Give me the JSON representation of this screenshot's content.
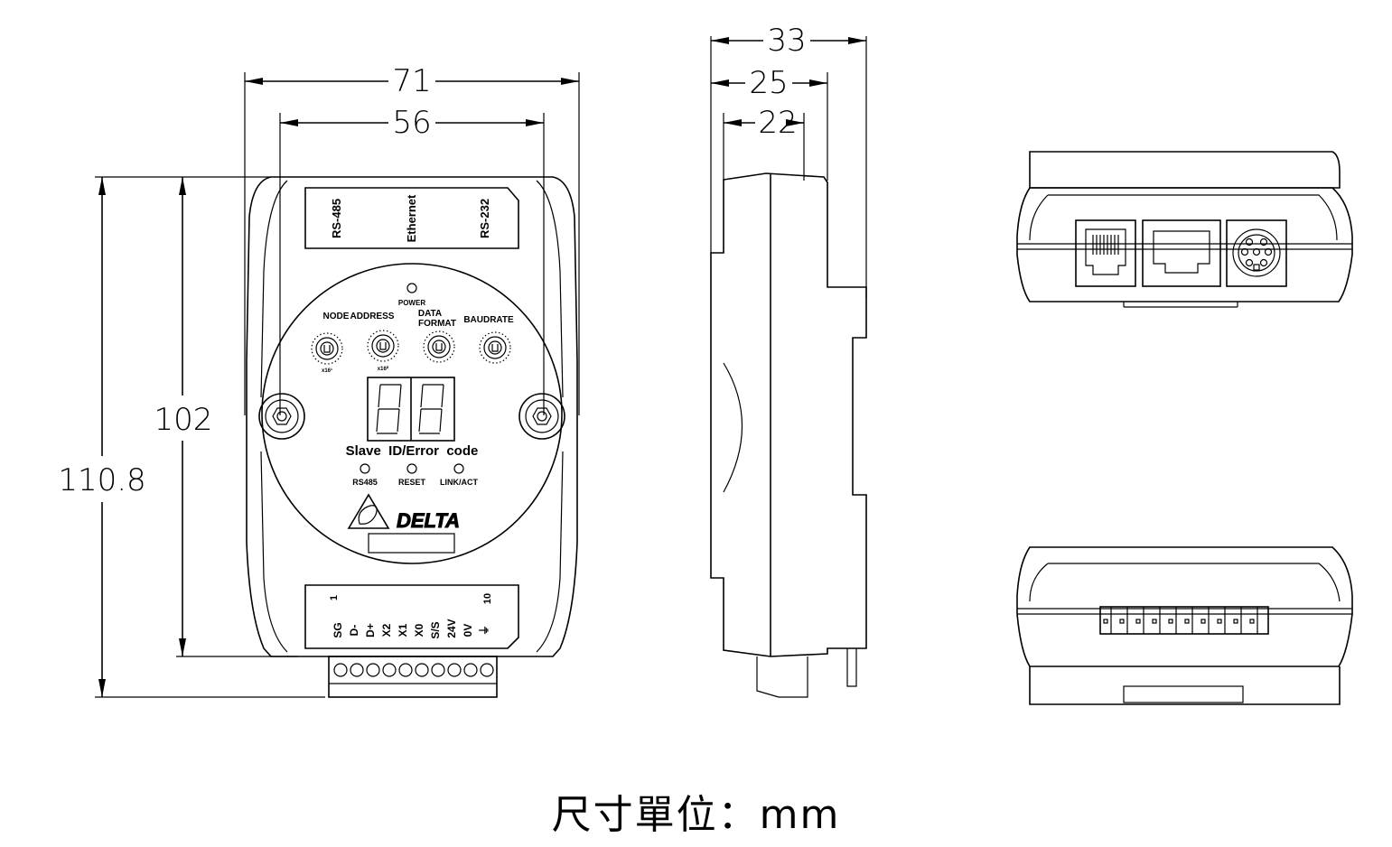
{
  "dimensions": {
    "front_total_width": "71",
    "front_inner_width": "56",
    "front_height_body": "102",
    "front_height_total": "110.8",
    "side_depth_total": "33",
    "side_depth_mid": "25",
    "side_depth_body": "22"
  },
  "front_panel": {
    "top_ports": [
      "RS-485",
      "Ethernet",
      "RS-232"
    ],
    "power_led": "POWER",
    "switch_labels": {
      "node": "NODE",
      "address": "ADDRESS",
      "data": "DATA",
      "format": "FORMAT",
      "baudrate": "BAUDRATE",
      "x16_a": "x16¹",
      "x16_b": "x16⁰"
    },
    "display_caption": "Slave  ID/Error  code",
    "status_leds": [
      "RS485",
      "RESET",
      "LINK/ACT"
    ],
    "brand": "DELTA",
    "terminal_pin_first": "1",
    "terminal_pin_last": "10",
    "terminals": [
      "SG",
      "D-",
      "D+",
      "X2",
      "X1",
      "X0",
      "S/S",
      "24V",
      "0V",
      "⏚"
    ]
  },
  "unit_note": "尺寸單位：mm"
}
